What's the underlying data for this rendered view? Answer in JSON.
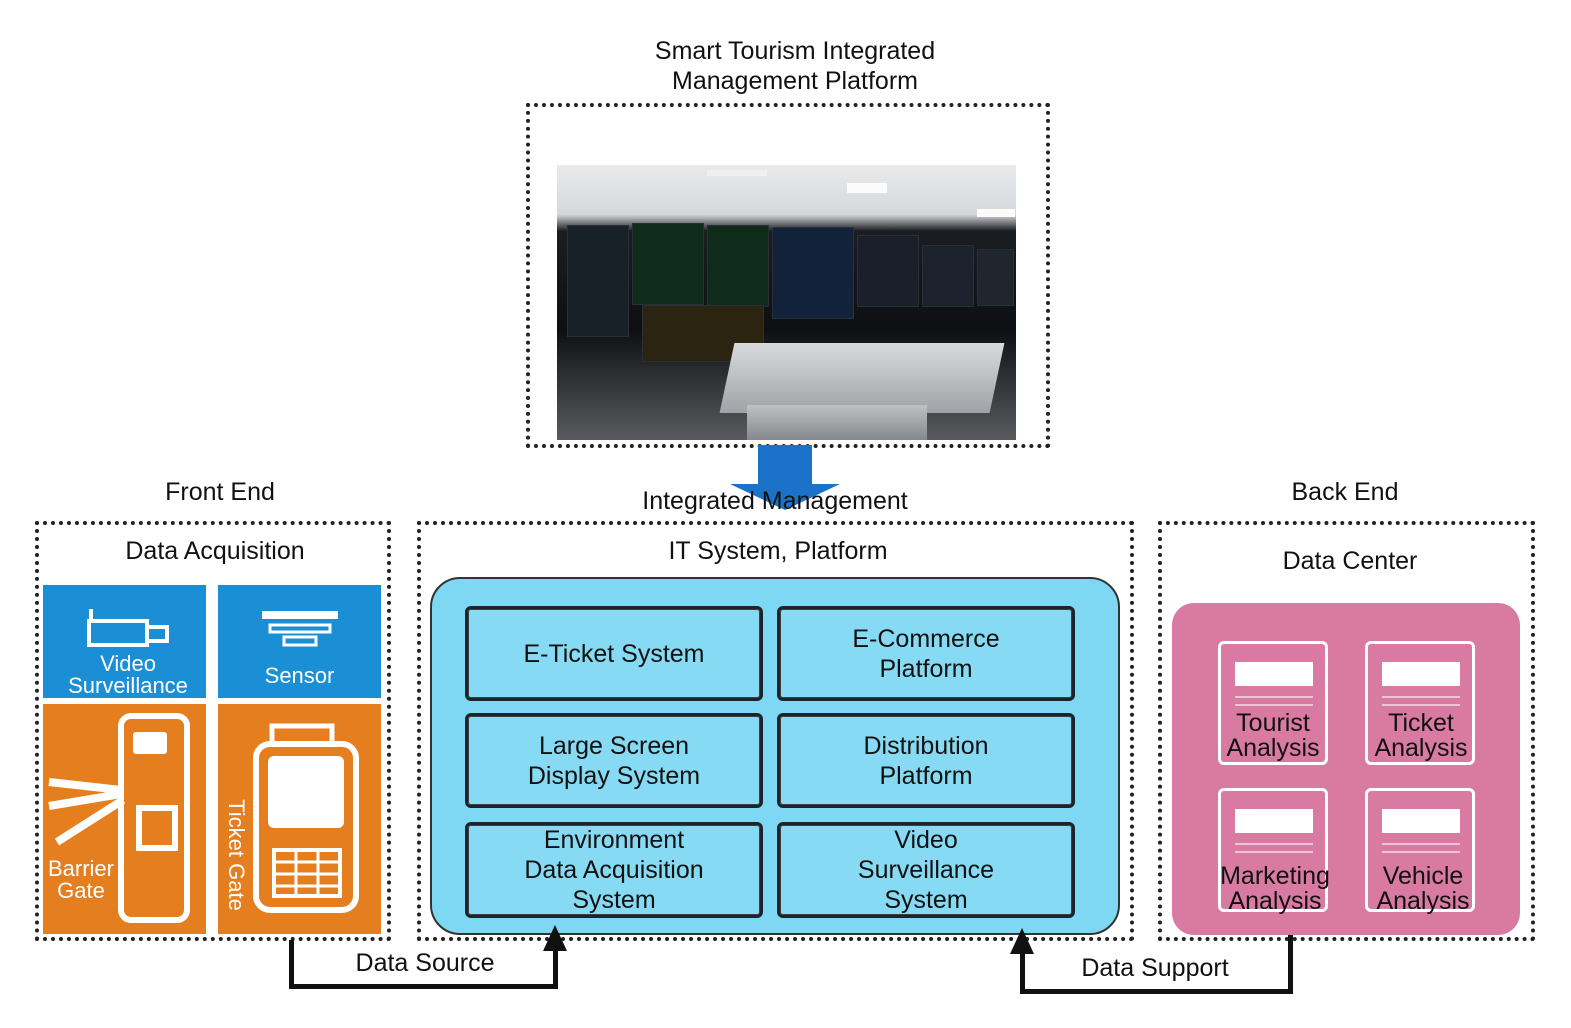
{
  "top": {
    "title_line1": "Smart Tourism Integrated",
    "title_line2": "Management Platform"
  },
  "front_end": {
    "heading": "Front End",
    "subheading": "Data Acquisition",
    "tiles": {
      "video_line1": "Video",
      "video_line2": "Surveillance",
      "sensor": "Sensor",
      "barrier_line1": "Barrier",
      "barrier_line2": "Gate",
      "ticket_gate": "Ticket Gate"
    }
  },
  "middle": {
    "heading": "Integrated Management",
    "subheading": "IT System, Platform",
    "systems": [
      "E-Ticket System",
      "E-Commerce\nPlatform",
      "Large Screen\nDisplay System",
      "Distribution\nPlatform",
      "Environment\nData Acquisition\nSystem",
      "Video\nSurveillance\nSystem"
    ]
  },
  "back_end": {
    "heading": "Back End",
    "subheading": "Data Center",
    "cards": [
      "Tourist\nAnalysis",
      "Ticket\nAnalysis",
      "Marketing\nAnalysis",
      "Vehicle\nAnalysis"
    ]
  },
  "connectors": {
    "left": "Data Source",
    "right": "Data Support"
  },
  "colors": {
    "arrow_blue": "#1a73c9",
    "tile_blue": "#1a8fd6",
    "tile_orange": "#e47e1f",
    "panel_cyan": "#7fd8f3",
    "panel_pink": "#d97aa3"
  }
}
